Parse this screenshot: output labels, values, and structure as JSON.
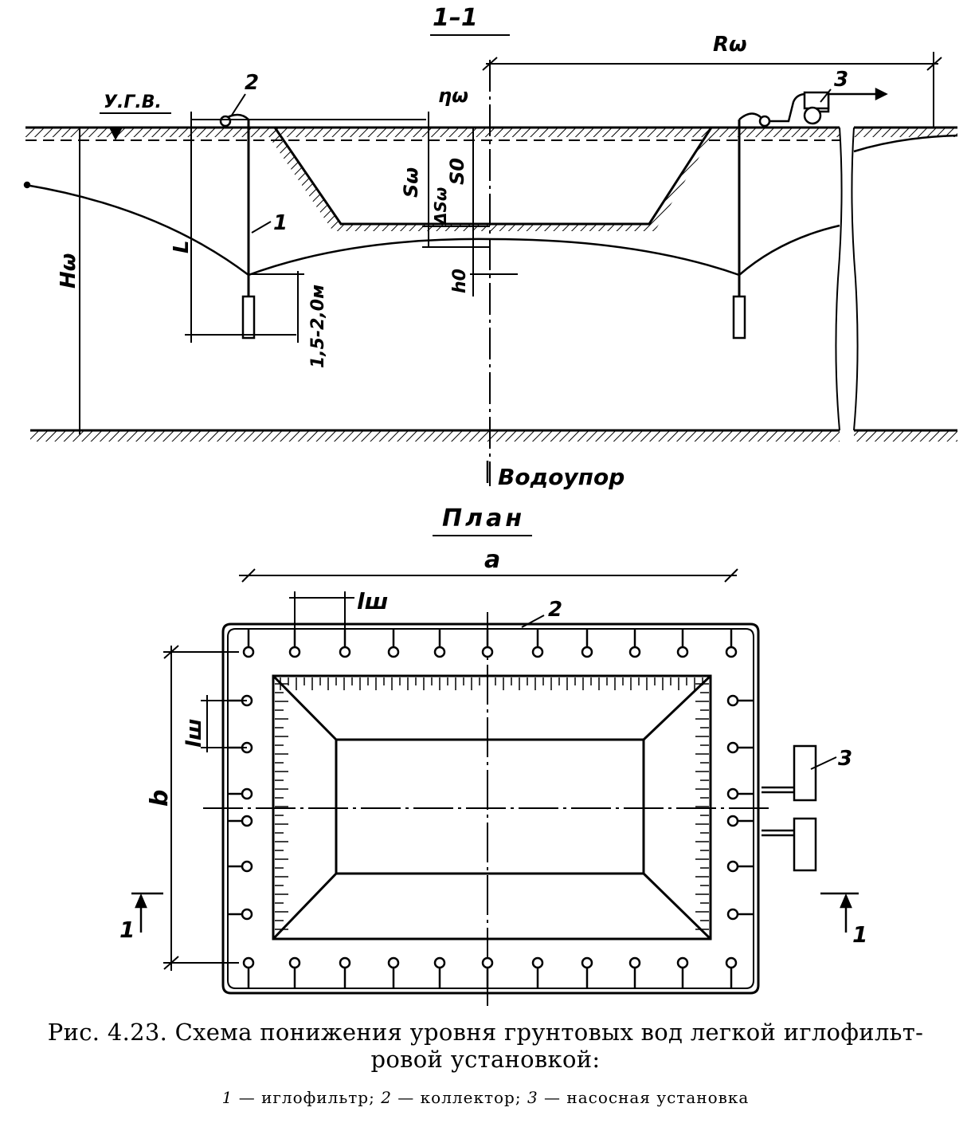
{
  "section": {
    "title": "1–1",
    "label_ugv": "У.Г.В.",
    "label_2": "2",
    "label_3": "3",
    "label_1": "1",
    "label_R": "Rω",
    "label_eta": "ηω",
    "label_S_omega": "Sω",
    "label_dS": "ΔSω",
    "label_S0": "S0",
    "label_h0": "h0",
    "label_L": "L",
    "label_H": "Hω",
    "label_depth": "1,5-2,0м",
    "label_aquiclude": "Водоупор"
  },
  "plan": {
    "title": "План",
    "label_a": "a",
    "label_b": "b",
    "label_lsh_top": "lш",
    "label_lsh_left": "lш",
    "label_2": "2",
    "label_3": "3",
    "label_sec_left": "1",
    "label_sec_right": "1"
  },
  "caption": {
    "line1": "Рис. 4.23. Схема понижения уровня грунтовых вод легкой иглофильт-",
    "line2": "ровой установкой:",
    "legend_1_num": "1",
    "legend_1_text": "— иглофильтр;",
    "legend_2_num": "2",
    "legend_2_text": "— коллектор;",
    "legend_3_num": "3",
    "legend_3_text": "— насосная установка"
  }
}
